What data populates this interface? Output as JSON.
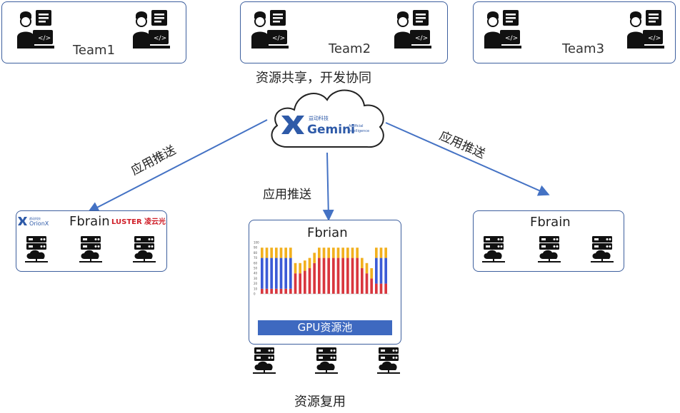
{
  "teams": [
    {
      "label": "Team1"
    },
    {
      "label": "Team2"
    },
    {
      "label": "Team3"
    }
  ],
  "captions": {
    "share": "资源共享，开发协同",
    "push_left": "应用推送",
    "push_center": "应用推送",
    "push_right": "应用推送",
    "reuse": "资源复用"
  },
  "cloud": {
    "brand_cn": "益动科技",
    "brand": "Gemini",
    "tagline_1": "Artificial",
    "tagline_2": "Intelligence"
  },
  "clusters": {
    "left": {
      "title": "Fbrain",
      "logo_left": "OrionX",
      "logo_left_cn": "趋动科技",
      "logo_right": "LUSTER",
      "logo_right_cn": "凌云光"
    },
    "center": {
      "title": "Fbrian",
      "pool_label": "GPU资源池"
    },
    "right": {
      "title": "Fbrain"
    }
  },
  "colors": {
    "border": "#3d5f9e",
    "arrow": "#4472c4",
    "pool": "#3e69c0",
    "bar_red": "#d9363e",
    "bar_blue": "#3b5bd6",
    "bar_yellow": "#f2b01e"
  },
  "icons": {
    "developer": "developer-laptop-icon",
    "server": "cloud-server-icon",
    "cloud": "cloud-icon"
  },
  "chart_data": {
    "type": "bar",
    "stacked": true,
    "ylim": [
      0,
      100
    ],
    "yticks": [
      0,
      10,
      20,
      30,
      40,
      50,
      60,
      70,
      80,
      90,
      100
    ],
    "series": [
      {
        "values": [
          10,
          10,
          10,
          10,
          10,
          10,
          10,
          40,
          40,
          45,
          50,
          60,
          70,
          70,
          70,
          70,
          70,
          70,
          70,
          70,
          70,
          50,
          40,
          30,
          20,
          20,
          20
        ]
      },
      {
        "values": [
          60,
          60,
          60,
          60,
          60,
          60,
          60,
          0,
          0,
          0,
          0,
          0,
          0,
          0,
          0,
          0,
          0,
          0,
          0,
          0,
          0,
          0,
          0,
          0,
          50,
          50,
          50
        ]
      },
      {
        "values": [
          20,
          20,
          20,
          20,
          20,
          20,
          20,
          20,
          20,
          20,
          20,
          20,
          20,
          20,
          20,
          20,
          20,
          20,
          20,
          20,
          20,
          20,
          20,
          20,
          20,
          20,
          20
        ]
      }
    ]
  }
}
